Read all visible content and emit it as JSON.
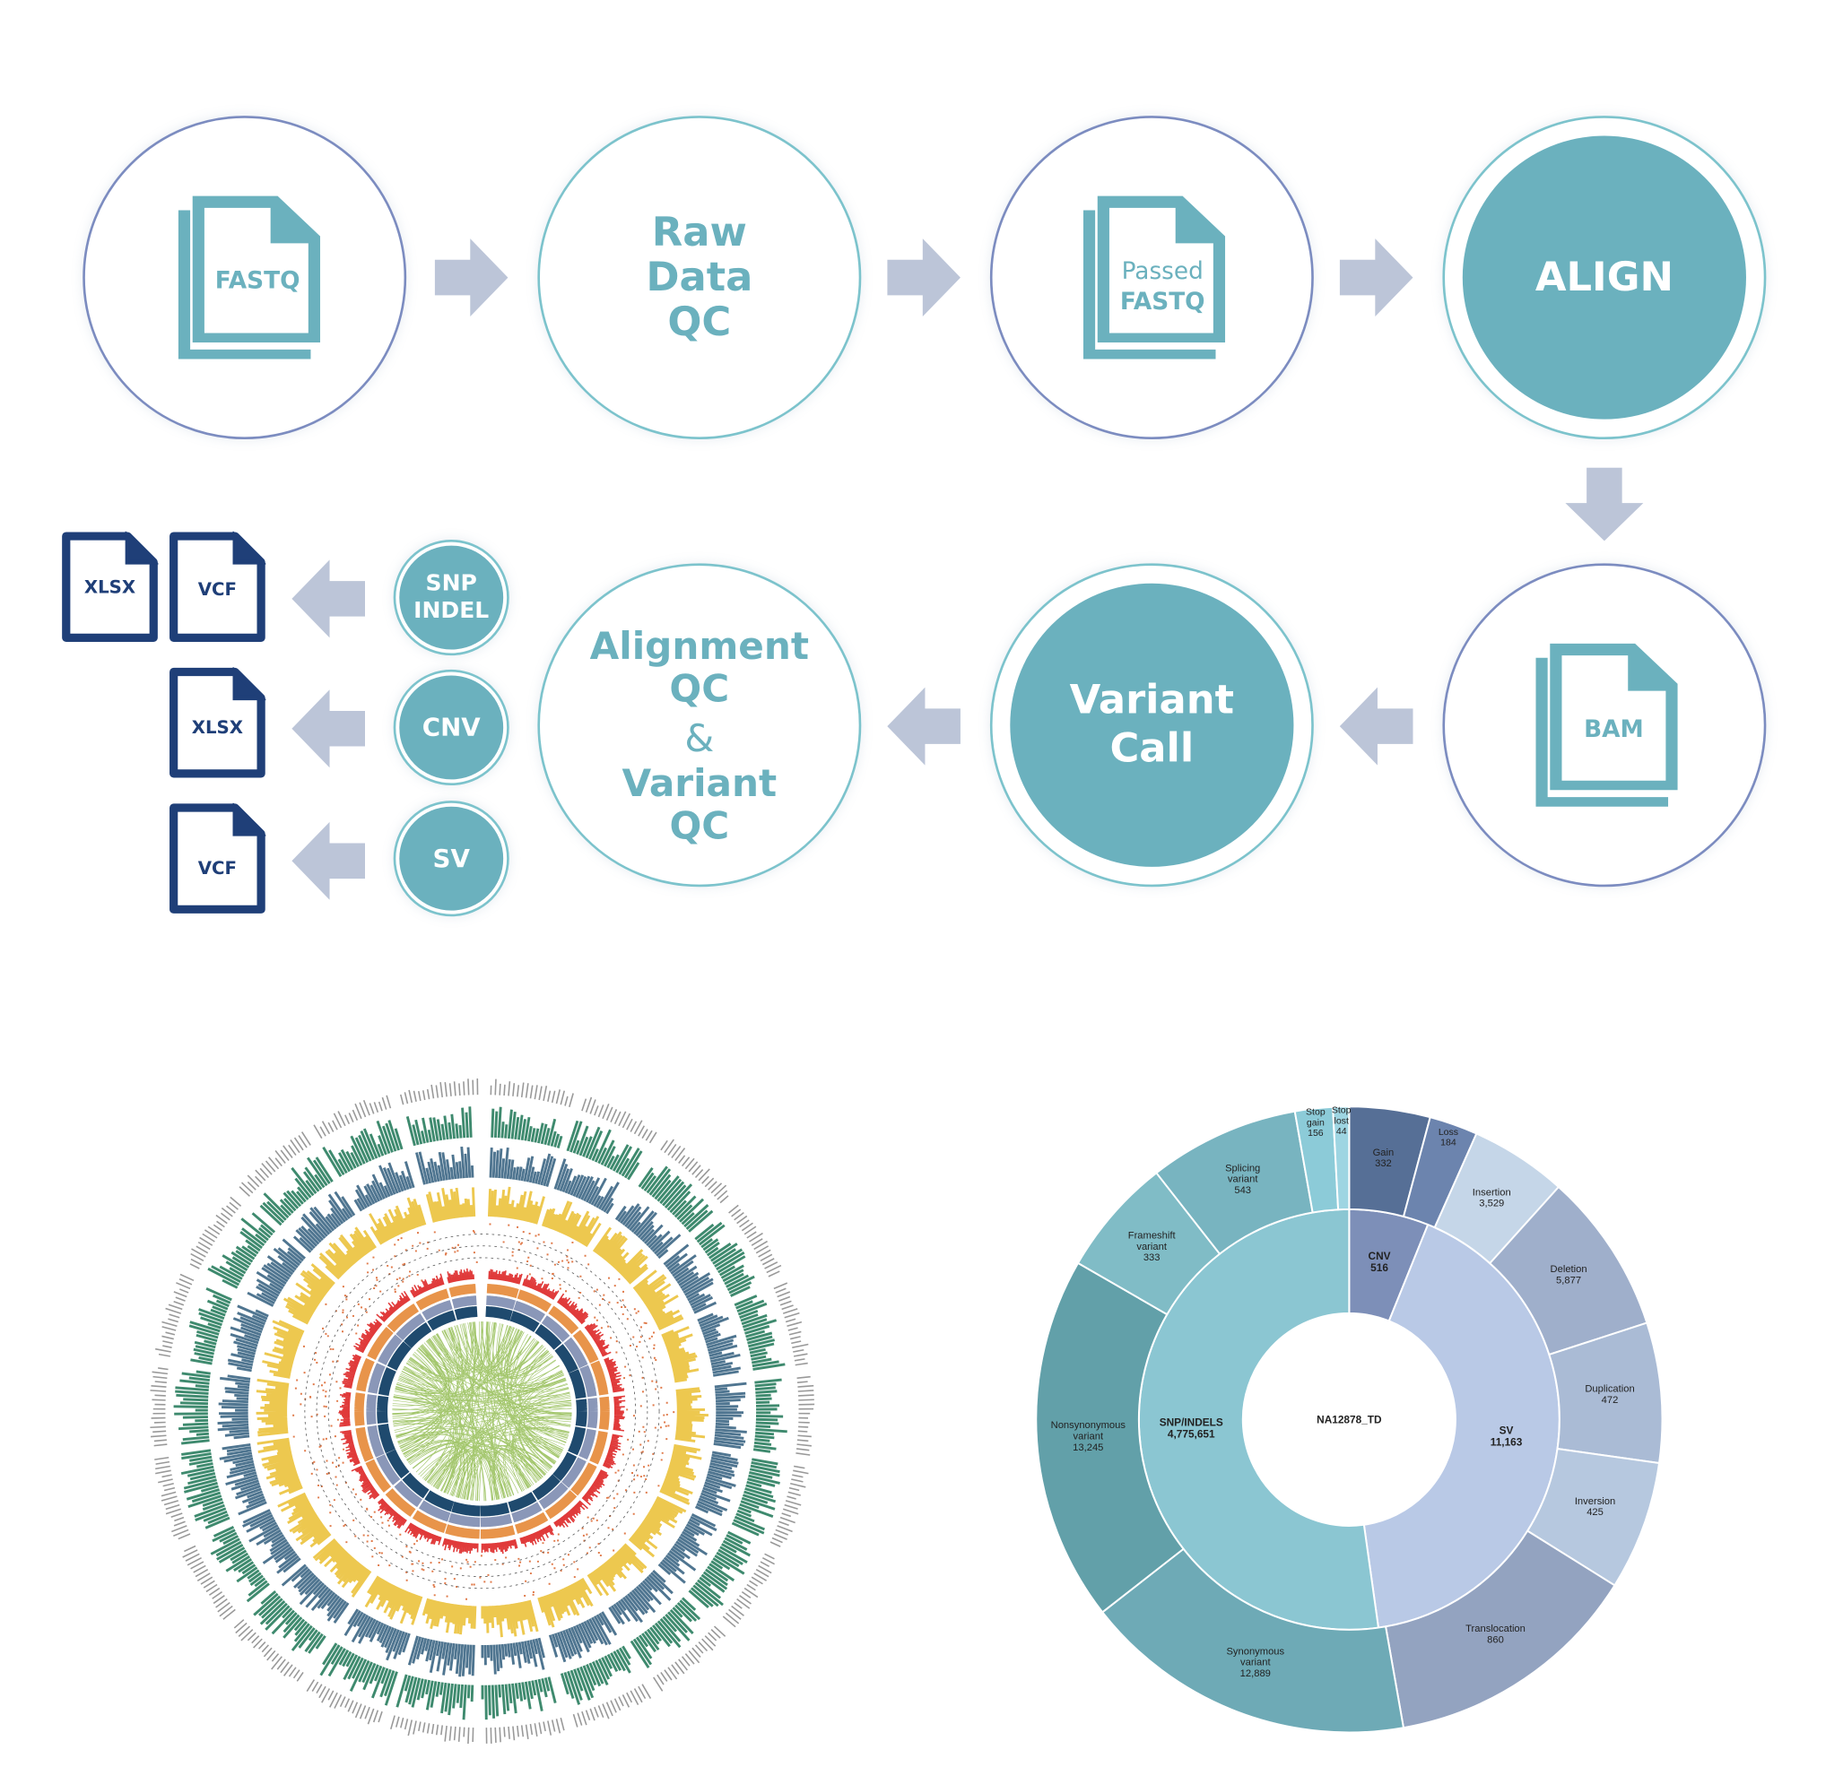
{
  "pipeline": {
    "steps": [
      {
        "id": "fastq",
        "label": "FASTQ"
      },
      {
        "id": "raw_qc",
        "label": "Raw\nData\nQC"
      },
      {
        "id": "passed_fastq",
        "label_top": "Passed",
        "label_bottom": "FASTQ"
      },
      {
        "id": "align",
        "label": "ALIGN"
      },
      {
        "id": "bam",
        "label": "BAM"
      },
      {
        "id": "variant_call",
        "label": "Variant\nCall"
      },
      {
        "id": "qc",
        "label_top": "Alignment\nQC",
        "label_amp": "&",
        "label_bottom": "Variant\nQC"
      }
    ],
    "outputs": [
      {
        "type": "SNP\nINDEL",
        "files": [
          "XLSX",
          "VCF"
        ]
      },
      {
        "type": "CNV",
        "files": [
          "XLSX"
        ]
      },
      {
        "type": "SV",
        "files": [
          "VCF"
        ]
      }
    ],
    "colors": {
      "teal": "#6bb1be",
      "navy": "#1f3f78",
      "arrow": "#bcc5d8"
    }
  },
  "chart_data": {
    "type": "sunburst",
    "root": "NA12878_TD",
    "series": [
      {
        "name": "CNV",
        "value": "516",
        "children": [
          {
            "name": "Gain",
            "value": "332"
          },
          {
            "name": "Loss",
            "value": "184"
          }
        ]
      },
      {
        "name": "SV",
        "value": "11,163",
        "children": [
          {
            "name": "Insertion",
            "value": "3,529"
          },
          {
            "name": "Deletion",
            "value": "5,877"
          },
          {
            "name": "Duplication",
            "value": "472"
          },
          {
            "name": "Inversion",
            "value": "425"
          },
          {
            "name": "Translocation",
            "value": "860"
          }
        ]
      },
      {
        "name": "SNP/INDELS",
        "value": "4,775,651",
        "children": [
          {
            "name": "Synonymous\nvariant",
            "value": "12,889"
          },
          {
            "name": "Nonsynonymous\nvariant",
            "value": "13,245"
          },
          {
            "name": "Frameshift\nvariant",
            "value": "333"
          },
          {
            "name": "Splicing\nvariant",
            "value": "543"
          },
          {
            "name": "Stop\ngain",
            "value": "156"
          },
          {
            "name": "Stop\nlost",
            "value": "44"
          }
        ]
      }
    ]
  },
  "circos": {
    "colors": [
      "#3e8a6e",
      "#4f7590",
      "#edc84f",
      "#e03a3a",
      "#e8944a",
      "#8a97b8",
      "#1f4a6e",
      "#8db94a"
    ]
  }
}
